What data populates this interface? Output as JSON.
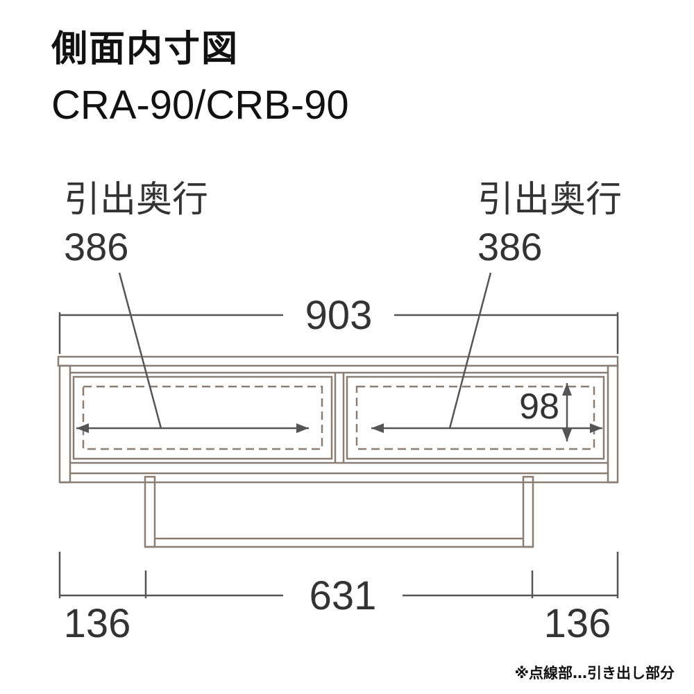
{
  "title": "側面内寸図",
  "model": "CRA-90/CRB-90",
  "drawer_left": {
    "label": "引出奥行",
    "value": "386"
  },
  "drawer_right": {
    "label": "引出奥行",
    "value": "386"
  },
  "overall_width": "903",
  "drawer_height": "98",
  "base_width": "631",
  "left_offset": "136",
  "right_offset": "136",
  "note": "※点線部…引き出し部分",
  "colors": {
    "outline": "#8a7d74",
    "dimension": "#555555",
    "text": "#333333"
  }
}
